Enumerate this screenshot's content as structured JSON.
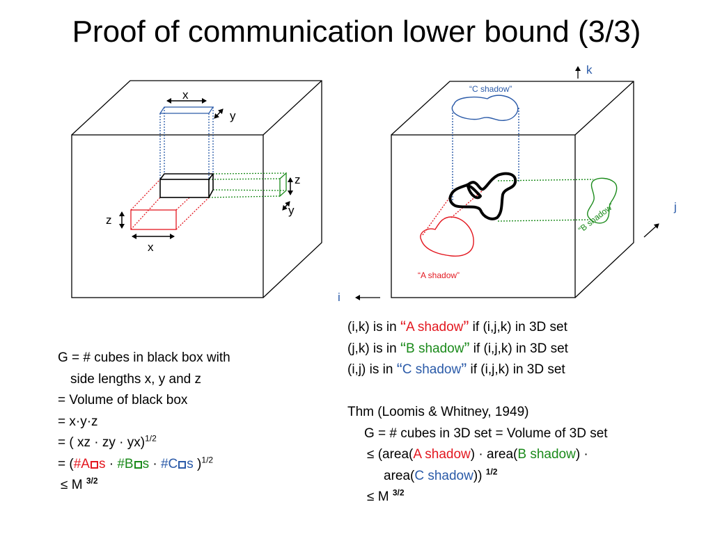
{
  "slide": {
    "title": "Proof of communication lower bound (3/3)"
  },
  "left_figure": {
    "label_x_top": "x",
    "label_y_top": "y",
    "label_z_right": "z",
    "label_y_right": "y",
    "label_z_left": "z",
    "label_x_bottom": "x"
  },
  "right_figure": {
    "axis_k": "k",
    "axis_j": "j",
    "axis_i": "i",
    "c_shadow_label": "C shadow",
    "b_shadow_label": "B shadow",
    "a_shadow_label": "A shadow",
    "quote_open": "“",
    "quote_close": "”"
  },
  "left_text": {
    "line1": "G = # cubes in black box with",
    "line2": "side lengths x, y and z",
    "line3": "= Volume of black box",
    "line4": "= x·y·z",
    "line5_prefix": "= ( xz · zy · yx)",
    "line5_sup": "1/2",
    "line6_prefix": "= (",
    "line6_a": "#A",
    "line6_a_s": "s",
    "line6_dot1": " · ",
    "line6_b": "#B",
    "line6_b_s": "s",
    "line6_dot2": " · ",
    "line6_c": "#C",
    "line6_c_s": "s",
    "line6_suffix": " )",
    "line6_sup": "1/2",
    "line7_prefix": "≤ M ",
    "line7_sup": "3/2"
  },
  "right_text": {
    "r1_prefix": "(i,k) is in ",
    "r1_shadow": "A shadow",
    "r1_suffix": " if (i,j,k) in 3D set",
    "r2_prefix": "(j,k) is in ",
    "r2_shadow": "B shadow",
    "r2_suffix": " if (i,j,k) in 3D set",
    "r3_prefix": "(i,j)  is in ",
    "r3_shadow": "C shadow",
    "r3_suffix": " if (i,j,k) in 3D set",
    "thm": "Thm (Loomis & Whitney, 1949)",
    "g_line": "G =  # cubes in 3D set = Volume of 3D set",
    "ineq1_prefix": "≤ (area(",
    "ineq1_a": "A shadow",
    "ineq1_mid": ") · area(",
    "ineq1_b": "B shadow",
    "ineq1_suffix": ") ·",
    "ineq2_prefix": "area(",
    "ineq2_c": "C shadow",
    "ineq2_suffix": ")) ",
    "ineq2_sup": "1/2",
    "ineq3_prefix": "≤ M ",
    "ineq3_sup": "3/2"
  },
  "colors": {
    "red": "#e3171f",
    "green": "#1a8a1a",
    "blue": "#2a5aa8"
  }
}
